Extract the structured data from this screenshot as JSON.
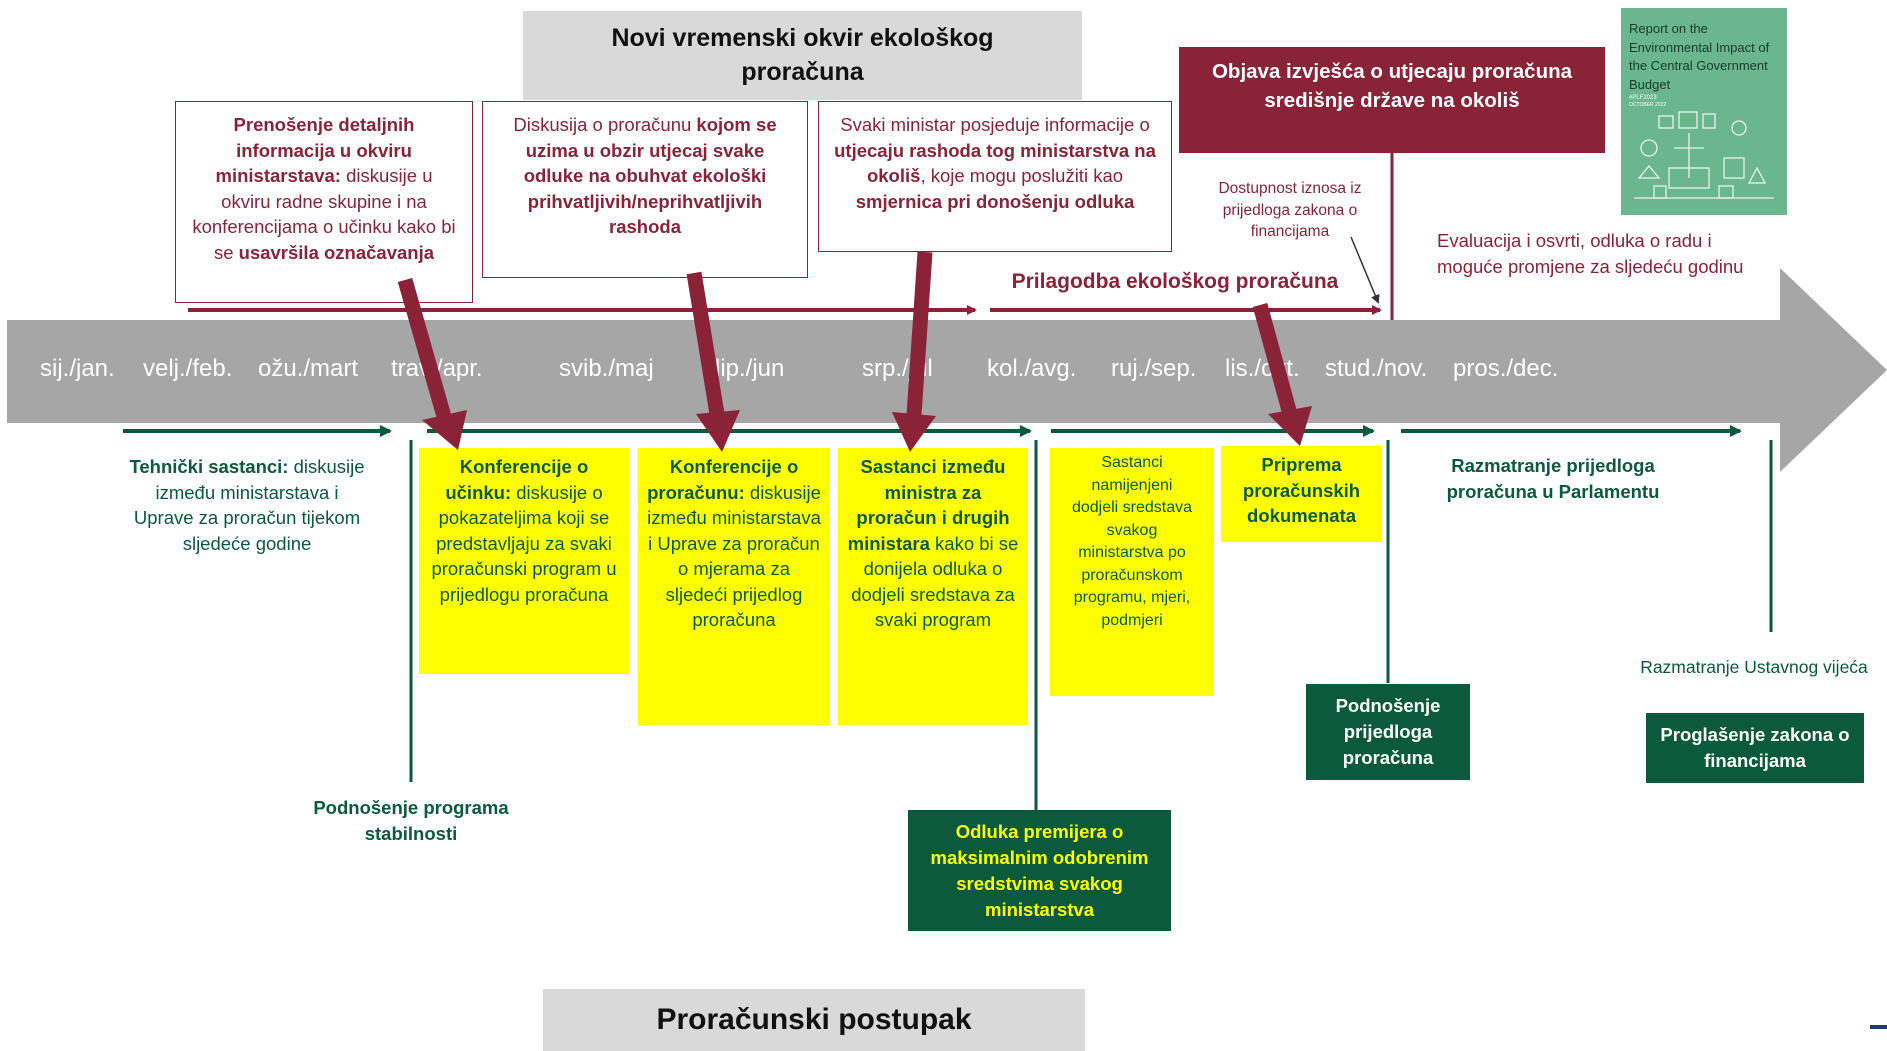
{
  "titles": {
    "top": "Novi vremenski okvir ekološkog proračuna",
    "bottom": "Proračunski postupak"
  },
  "months": [
    "sij./jan.",
    "velj./feb.",
    "ožu./mart",
    "trav./apr.",
    "svib./maj",
    "lip./jun",
    "srp./jul",
    "kol./avg.",
    "ruj./sep.",
    "lis./okt.",
    "stud./nov.",
    "pros./dec."
  ],
  "red_boxes": {
    "box1": {
      "bold1": "Prenošenje detaljnih informacija u okviru ministarstava:",
      "text": " diskusije u okviru radne skupine i na konferencijama o učinku kako bi se ",
      "bold2": "usavršila označavanja"
    },
    "box2": {
      "text1": "Diskusija o proračunu ",
      "bold": "kojom se uzima u obzir utjecaj svake odluke na obuhvat ekološki prihvatljivih/neprihvatljivih rashoda"
    },
    "box3": {
      "text1": "Svaki ministar posjeduje informacije o ",
      "bold1": "utjecaju rashoda tog ministarstva na okoliš",
      "text2": ", koje mogu poslužiti kao ",
      "bold2": "smjernica pri donošenju odluka"
    }
  },
  "publication_box": "Objava izvješća o utjecaju proračuna središnje države na okoliš",
  "report_cover": {
    "title": "Report on the Environmental Impact of the Central Government Budget",
    "tag": "#PLF2023",
    "date": "OCTOBER 2022"
  },
  "annotations": {
    "availability": "Dostupnost iznosa iz prijedloga zakona o financijama",
    "adjustment": "Prilagodba ekološkog proračuna",
    "evaluation": "Evaluacija i osvrti, odluka o radu i moguće promjene za sljedeću godinu"
  },
  "green_texts": {
    "technical_bold": "Tehnički sastanci:",
    "technical_text": " diskusije između ministarstava i Uprave za proračun tijekom sljedeće godine",
    "stability": "Podnošenje programa stabilnosti",
    "parliament": "Razmatranje prijedloga proračuna u Parlamentu",
    "constitutional": "Razmatranje Ustavnog vijeća"
  },
  "yellow_boxes": {
    "performance": {
      "bold": "Konferencije o učinku:",
      "text": " diskusije o pokazateljima koji se predstavljaju za svaki proračunski program u prijedlogu proračuna"
    },
    "budget": {
      "bold": "Konferencije o proračunu:",
      "text": " diskusije između ministarstava i Uprave za proračun o mjerama za sljedeći prijedlog proračuna"
    },
    "ministers": {
      "bold": "Sastanci između ministra za proračun i drugih ministara",
      "text": " kako bi se donijela odluka o dodjeli sredstava za svaki program"
    },
    "allocation": "Sastanci namijenjeni dodjeli sredstava svakog ministarstva po proračunskom programu, mjeri, podmjeri",
    "documents": "Priprema proračunskih dokumenata"
  },
  "dark_boxes": {
    "pm_decision": "Odluka premijera o maksimalnim odobrenim sredstvima svakog ministarstva",
    "submission": "Podnošenje prijedloga proračuna",
    "promulgation": "Proglašenje zakona o financijama"
  },
  "colors": {
    "maroon": "#8b2338",
    "green": "#0b5a3c",
    "yellow": "#ffff00",
    "gray_arrow": "#a6a6a6",
    "title_gray": "#d9d9d9",
    "cover_green": "#6ab68f"
  }
}
